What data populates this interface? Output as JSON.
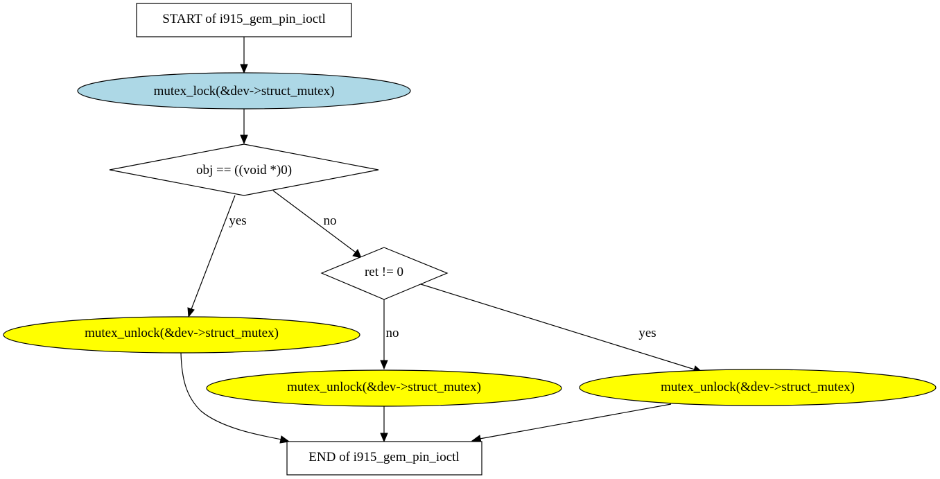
{
  "nodes": {
    "start": {
      "label": "START of i915_gem_pin_ioctl",
      "fill": "#ffffff"
    },
    "lock": {
      "label": "mutex_lock(&dev->struct_mutex)",
      "fill": "#add8e6"
    },
    "cond_obj": {
      "label": "obj == ((void *)0)",
      "fill": "#ffffff"
    },
    "cond_ret": {
      "label": "ret != 0",
      "fill": "#ffffff"
    },
    "unlock_a": {
      "label": "mutex_unlock(&dev->struct_mutex)",
      "fill": "#ffff00"
    },
    "unlock_b": {
      "label": "mutex_unlock(&dev->struct_mutex)",
      "fill": "#ffff00"
    },
    "unlock_c": {
      "label": "mutex_unlock(&dev->struct_mutex)",
      "fill": "#ffff00"
    },
    "end": {
      "label": "END of i915_gem_pin_ioctl",
      "fill": "#ffffff"
    }
  },
  "edges": {
    "obj_yes": "yes",
    "obj_no": "no",
    "ret_no": "no",
    "ret_yes": "yes"
  }
}
